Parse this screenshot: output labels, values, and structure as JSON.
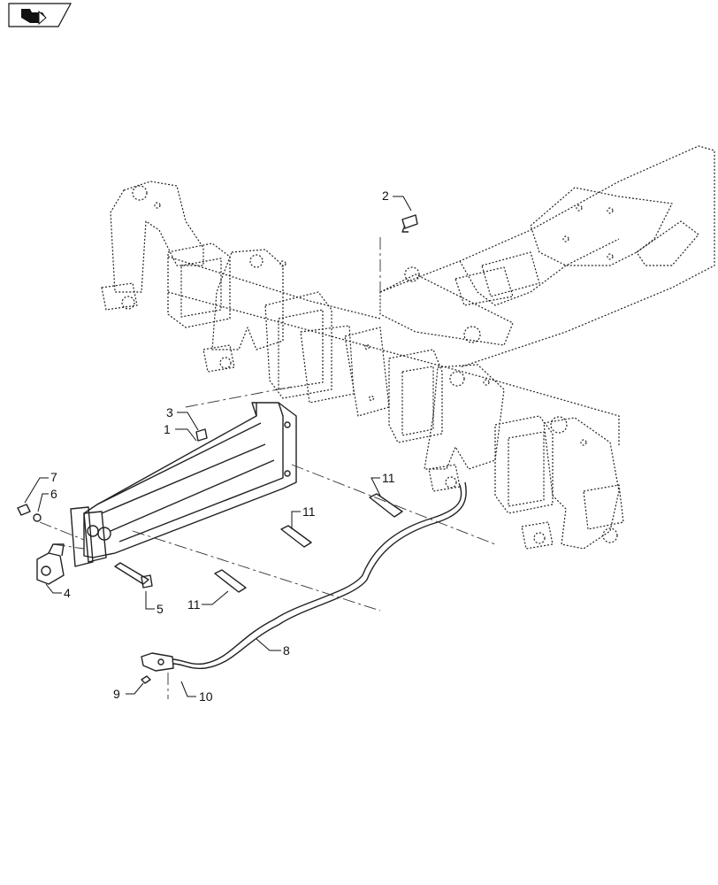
{
  "nav_icon": {
    "name": "chevron-right-nav-icon"
  },
  "callouts": {
    "c1": "1",
    "c2": "2",
    "c3": "3",
    "c4": "4",
    "c5": "5",
    "c6": "6",
    "c7": "7",
    "c8": "8",
    "c9": "9",
    "c10": "10",
    "c11a": "11",
    "c11b": "11",
    "c11c": "11"
  }
}
